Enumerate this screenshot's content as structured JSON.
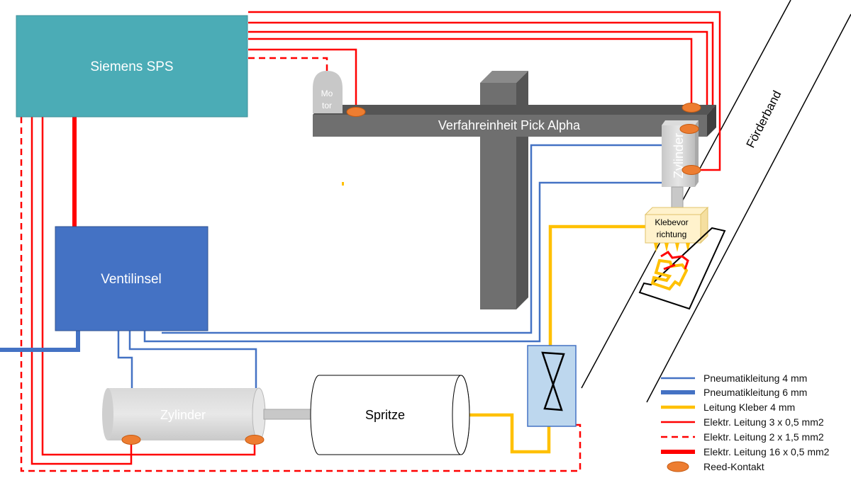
{
  "blocks": {
    "sps": "Siemens SPS",
    "ventilinsel": "Ventilinsel",
    "zylinder_main": "Zylinder",
    "spritze": "Spritze",
    "verfahreinheit": "Verfahreinheit Pick Alpha",
    "motor_line1": "Mo",
    "motor_line2": "tor",
    "zylinder_vertical": "Zylinder",
    "klebe_line1": "Klebevor",
    "klebe_line2": "richtung",
    "foerderband": "Förderband"
  },
  "legend": [
    {
      "label": "Pneumatikleitung 4 mm",
      "color": "#4472c4",
      "style": "thin"
    },
    {
      "label": "Pneumatikleitung 6 mm",
      "color": "#4472c4",
      "style": "thick"
    },
    {
      "label": "Leitung Kleber 4 mm",
      "color": "#ffc000",
      "style": "medium"
    },
    {
      "label": "Elektr. Leitung 3 x 0,5 mm2",
      "color": "#ff0000",
      "style": "thin"
    },
    {
      "label": "Elektr. Leitung 2 x 1,5 mm2",
      "color": "#ff0000",
      "style": "dashed"
    },
    {
      "label": "Elektr. Leitung 16 x 0,5 mm2",
      "color": "#ff0000",
      "style": "thick"
    },
    {
      "label": "Reed-Kontakt",
      "color": "#ed7d31",
      "style": "ellipse"
    }
  ],
  "colors": {
    "sps": "#4bacb6",
    "ventilinsel": "#4472c4",
    "pneumatic": "#4472c4",
    "electric": "#ff0000",
    "glue": "#ffc000",
    "reed": "#ed7d31",
    "rail": "#6f6f6f"
  }
}
